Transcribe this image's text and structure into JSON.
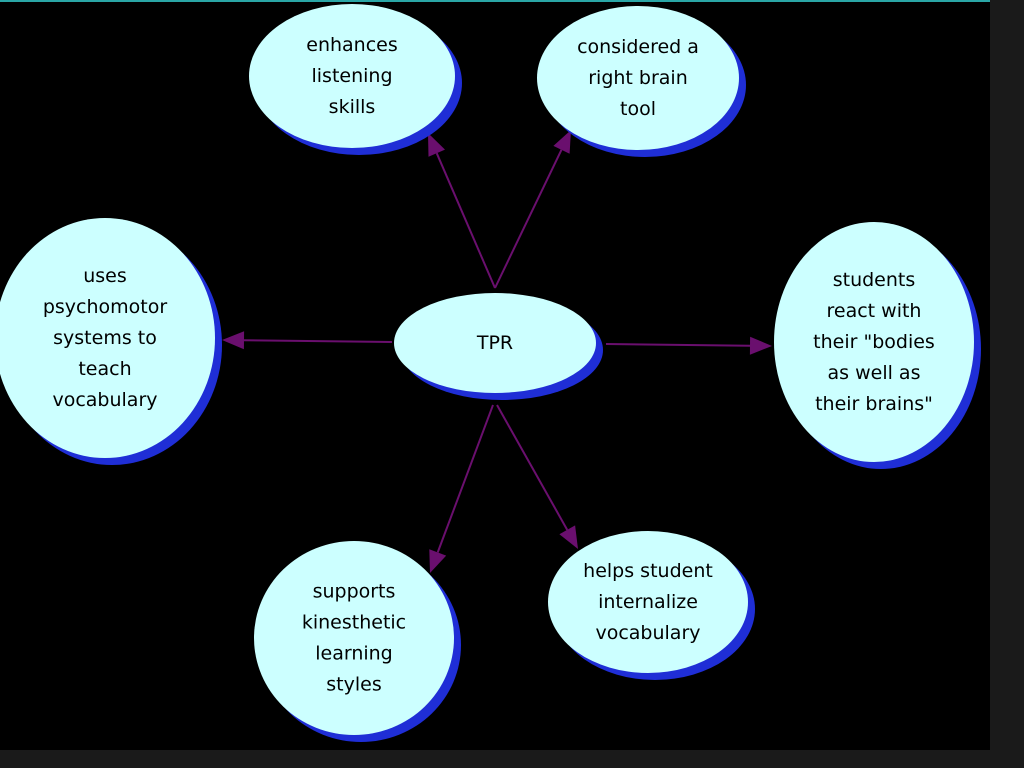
{
  "colors": {
    "canvas": "#000000",
    "frame": "#1a1a1a",
    "top_border": "#2aa6a6",
    "node_fill": "#ccffff",
    "node_shadow": "#1f2ed6",
    "edge": "#6a0f6e",
    "text": "#000000"
  },
  "center": {
    "id": "tpr",
    "label": "TPR"
  },
  "nodes": [
    {
      "id": "enhances-listening",
      "lines": [
        "enhances",
        "listening",
        "skills"
      ]
    },
    {
      "id": "right-brain",
      "lines": [
        "considered a",
        "right brain",
        "tool"
      ]
    },
    {
      "id": "psychomotor",
      "lines": [
        "uses",
        "psychomotor",
        "systems to",
        "teach",
        "vocabulary"
      ]
    },
    {
      "id": "students-react",
      "lines": [
        "students",
        "react with",
        "their \"bodies",
        "as well as",
        "their brains\""
      ]
    },
    {
      "id": "kinesthetic",
      "lines": [
        "supports",
        "kinesthetic",
        "learning",
        "styles"
      ]
    },
    {
      "id": "internalize",
      "lines": [
        "helps student",
        "internalize",
        "vocabulary"
      ]
    }
  ]
}
